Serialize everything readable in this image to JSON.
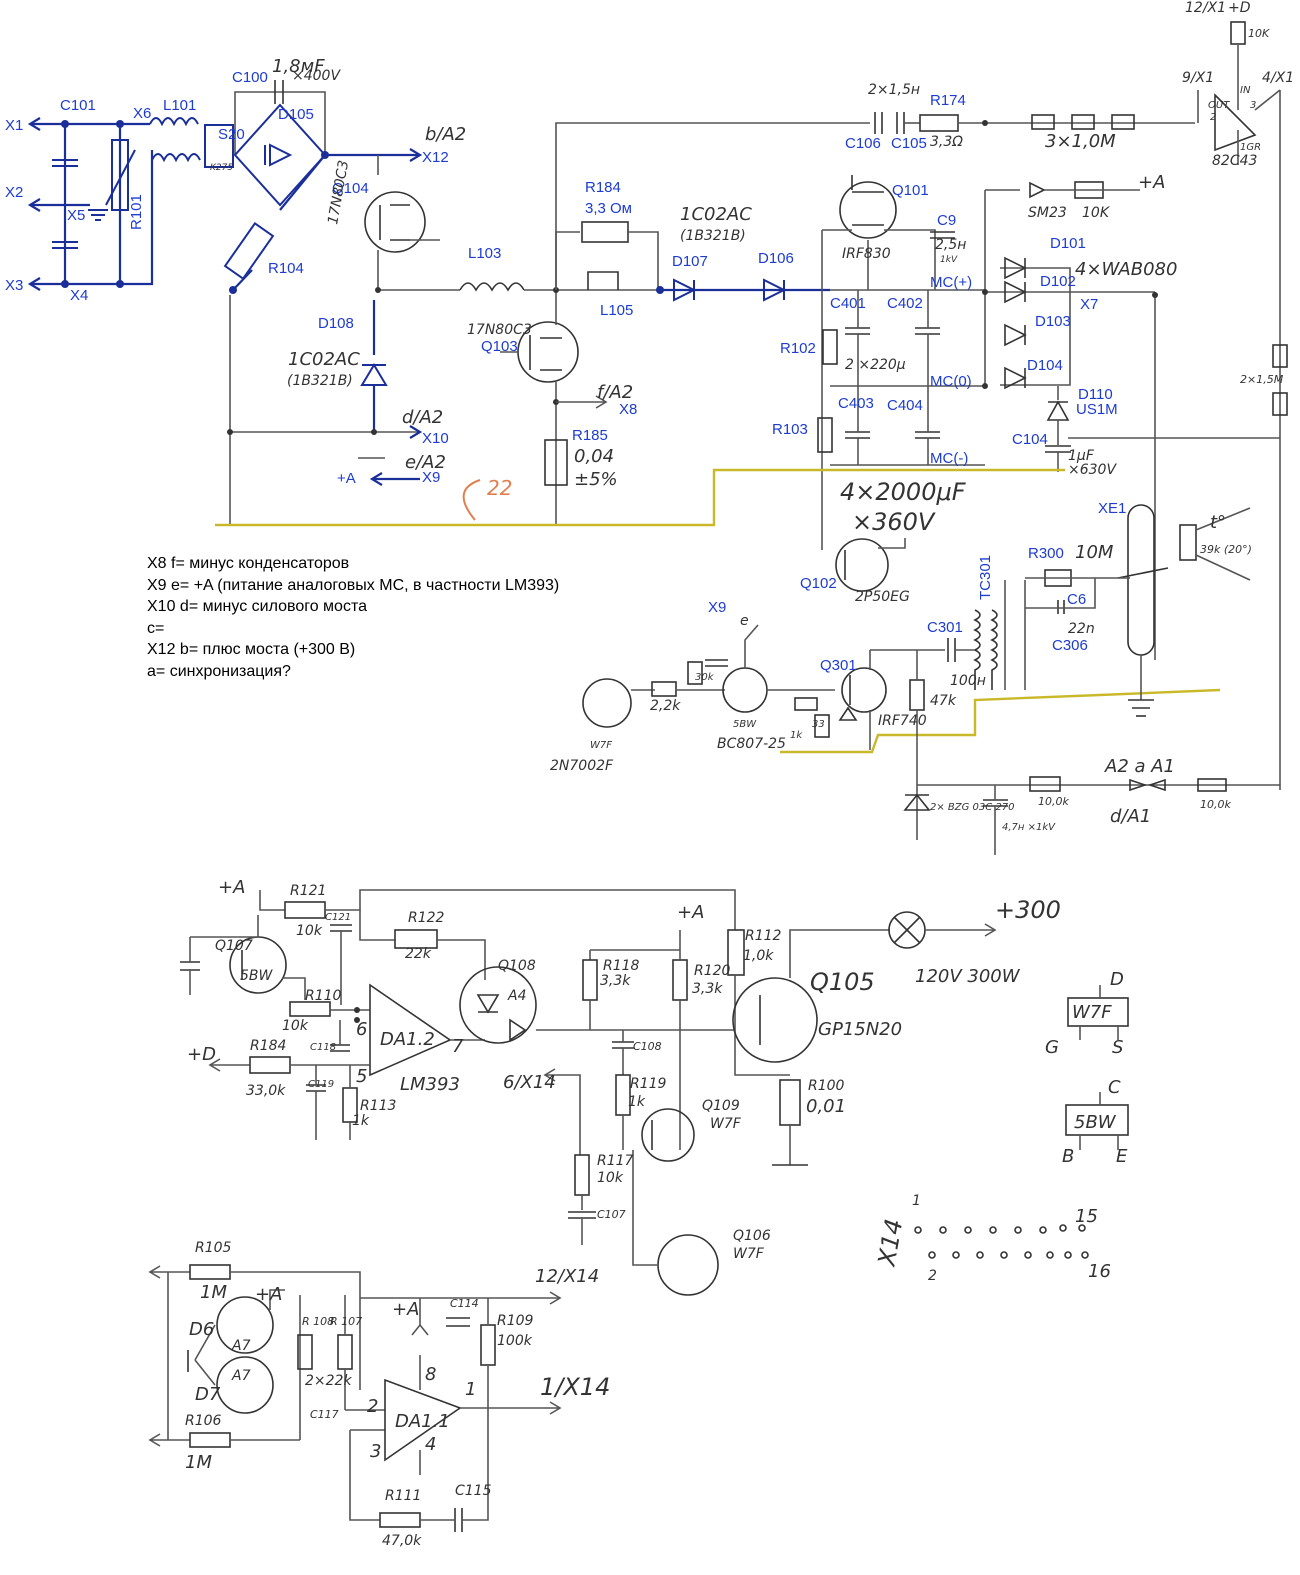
{
  "labels": {
    "X1": "X1",
    "X2": "X2",
    "X3": "X3",
    "X4": "X4",
    "X5": "X5",
    "X6": "X6",
    "X7": "X7",
    "X8": "X8",
    "X9": "X9",
    "X10": "X10",
    "X12": "X12",
    "C101": "C101",
    "R101": "R101",
    "L101": "L101",
    "C100": "C100",
    "D105": "D105",
    "S20": "S20",
    "K275": "K275",
    "Q104": "Q104",
    "R104": "R104",
    "D108": "D108",
    "L103": "L103",
    "R184": "R184",
    "R184_val": "3,3 Ом",
    "L105": "L105",
    "D107": "D107",
    "D106": "D106",
    "Q103": "Q103",
    "R185": "R185",
    "C106": "C106",
    "C105": "C105",
    "R174": "R174",
    "Q101": "Q101",
    "C9": "C9",
    "D101": "D101",
    "D102": "D102",
    "D103": "D103",
    "D104": "D104",
    "MC_plus": "MC(+)",
    "MC_zero": "MC(0)",
    "MC_minus": "MC(-)",
    "C401": "C401",
    "C402": "C402",
    "C403": "C403",
    "C404": "C404",
    "R102": "R102",
    "R103": "R103",
    "D110": "D110",
    "D110_val": "US1M",
    "C104": "C104",
    "Q102": "Q102",
    "XE1": "XE1",
    "TC301": "TC301",
    "R300": "R300",
    "C6": "C6",
    "C306": "C306",
    "C301": "C301",
    "Q301": "Q301",
    "X9_lower": "X9",
    "plus_A_x9": "+A"
  },
  "pencil": {
    "c100_val": "1,8мF",
    "c100_v": "×400V",
    "q104_part": "17N80C3",
    "d108_part": "1C02AC",
    "d108_sub": "(1B321B)",
    "d107_part": "1C02AC",
    "d107_sub": "(1B321B)",
    "q103_part": "17N80C3",
    "r185_val": "0,04",
    "r185_tol": "±5%",
    "r185_pct": "",
    "b_a2": "b/A2",
    "f_a2": "f/A2",
    "d_a2": "d/A2",
    "e_a2": "e/A2",
    "arrow_22": "22",
    "c106_val": "2×1,5н",
    "r174_val": "3,3Ω",
    "r_chain": "3×1,0M",
    "sm23": "SM23",
    "r10k_a": "10K",
    "plus_a": "+A",
    "irf": "IRF830",
    "c9_val": "2,5н",
    "c9_kv": "1kV",
    "wab": "4×WAB080",
    "c40x_val": "2 ×220μ",
    "caps_big": "4×2000μF",
    "caps_big_v": "×360V",
    "c104_val": "1μF",
    "c104_v": "×630V",
    "q102_part": "2P50EG",
    "r300_val": "10M",
    "c306_val": "22n",
    "c301_val": "100н",
    "r_47k": "47k",
    "irf740": "IRF740",
    "r_30k": "30k",
    "r_22k": "2,2k",
    "q_5bw": "5BW",
    "bc807": "BC807-25",
    "r_33": "33",
    "r_1k": "1k",
    "w7f": "W7F",
    "n7002": "2N7002F",
    "x9_e": "e",
    "bzg": "2× BZG 03C 270",
    "c_47": "4,7н ×1kV",
    "r_10k_1": "10,0k",
    "r_10k_2": "10,0k",
    "a2a1": "A2 a A1",
    "d_a1": "d/A1",
    "r_2x15m": "2×1,5M",
    "t39k": "39k (20°)",
    "tdeg": "t°",
    "x12x1": "12/X1",
    "plus_d_top": "+D",
    "r_10k_top": "10K",
    "nine_x1": "9/X1",
    "four_x1": "4/X1",
    "ic_82c43": "82C43",
    "ic_in": "IN",
    "ic_out": "OUT",
    "ic_gr": "1GR",
    "ic_3": "3",
    "ic_2": "2",
    "r121": "R121",
    "r121_val": "10k",
    "c121": "C121",
    "q107": "Q107",
    "q107_5bw": "5BW",
    "r110": "R110",
    "r110_val": "10k",
    "r122": "R122",
    "r122_val": "22k",
    "da12": "DA1.2",
    "lm393": "LM393",
    "pin6": "6",
    "pin5": "5",
    "pin7": "7",
    "q108": "Q108",
    "a4": "A4",
    "plus_a2": "+A",
    "plus_d": "+D",
    "r184b": "R184",
    "r184b_val": "33,0k",
    "c118": "C118",
    "c119": "C119",
    "r113": "R113",
    "r113_val": "1k",
    "r118": "R118",
    "r118_val": "3,3k",
    "r120": "R120",
    "r120_val": "3,3k",
    "r112": "R112",
    "r112_val": "1,0k",
    "q105": "Q105",
    "q105_part": "GP15N20",
    "c108": "C108",
    "x14_6": "6/X14",
    "r119": "R119",
    "r119_val": "1k",
    "q109": "Q109",
    "q109_w7f": "W7F",
    "r117": "R117",
    "r117_val": "10k",
    "c107": "C107",
    "r100": "R100",
    "r100_val": "0,01",
    "lamp": "120V 300W",
    "plus300": "+300",
    "q106": "Q106",
    "q106_w7f": "W7F",
    "pkg_w7f": "W7F",
    "pkg_d": "D",
    "pkg_g": "G",
    "pkg_s": "S",
    "pkg_5bw": "5BW",
    "pkg_c": "C",
    "pkg_b": "B",
    "pkg_e": "E",
    "x14": "X14",
    "x14_1": "1",
    "x14_2": "2",
    "x14_15": "15",
    "x14_16": "16",
    "r105": "R105",
    "r105_val": "1M",
    "d6": "D6",
    "d7": "D7",
    "a7a": "A7",
    "a7b": "A7",
    "plus_a3": "+A",
    "r108": "R 108",
    "r107": "R 107",
    "r10x_val": "2×22k",
    "c117": "C117",
    "plus_a4": "+A",
    "c114": "C114",
    "r109": "R109",
    "r109_val": "100k",
    "x14_12": "12/X14",
    "da11": "DA1.1",
    "pin8": "8",
    "pin2": "2",
    "pin3": "3",
    "pin4": "4",
    "pin1": "1",
    "x14_1b": "1/X14",
    "r106": "R106",
    "r106_val": "1M",
    "r111": "R111",
    "r111_val": "47,0k",
    "c115": "C115"
  },
  "notes": [
    "X8  f= минус конденсаторов",
    "X9  e= +A (питание аналоговых МС, в частности LM393)",
    "X10  d= минус силового моста",
    "c=",
    "X12  b= плюс моста (+300 В)",
    "a= синхронизация?"
  ]
}
